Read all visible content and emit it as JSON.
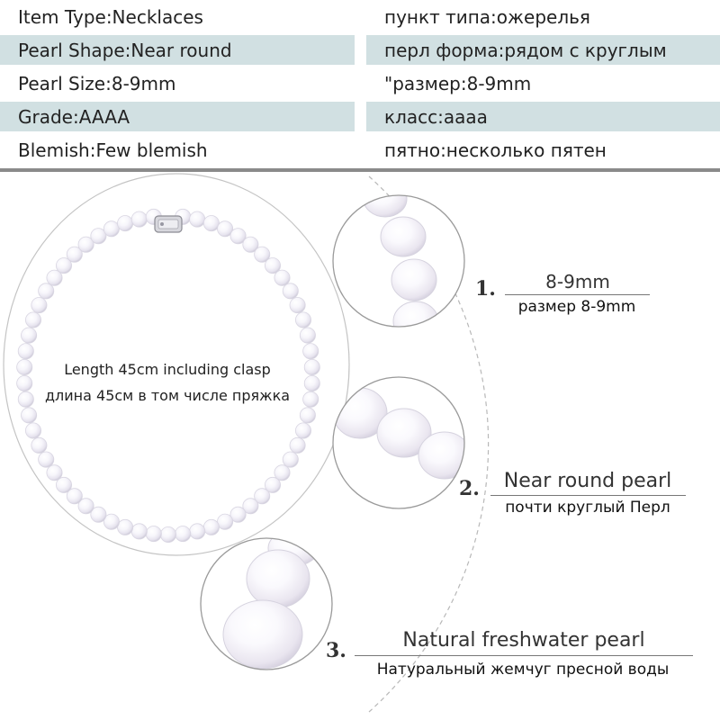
{
  "spec_table": {
    "rows": [
      {
        "en": "Item Type:Necklaces",
        "ru": "пункт типа:ожерелья",
        "shaded": false
      },
      {
        "en": "Pearl Shape:Near round",
        "ru": "перл форма:рядом с круглым",
        "shaded": true
      },
      {
        "en": "Pearl Size:8-9mm",
        "ru": "\"размер:8-9mm",
        "shaded": false
      },
      {
        "en": "Grade:AAAA",
        "ru": "класс:аааа",
        "shaded": true
      },
      {
        "en": "Blemish:Few blemish",
        "ru": "пятно:несколько пятен",
        "shaded": false
      }
    ]
  },
  "necklace": {
    "length_en": "Length 45cm including clasp",
    "length_ru": "длина 45см в том числе пряжка"
  },
  "features": [
    {
      "number": "1.",
      "title": "8-9mm",
      "subtitle": "размер 8-9mm"
    },
    {
      "number": "2.",
      "title": "Near round pearl",
      "subtitle": "почти круглый  Перл"
    },
    {
      "number": "3.",
      "title": "Natural freshwater pearl",
      "subtitle": "Натуральный жемчуг пресной воды"
    }
  ],
  "colors": {
    "row_shade": "#d1e0e2",
    "divider": "#8a8a8a",
    "circle_outline": "#9a9a9a",
    "pearl_white": "#fbfafc"
  }
}
